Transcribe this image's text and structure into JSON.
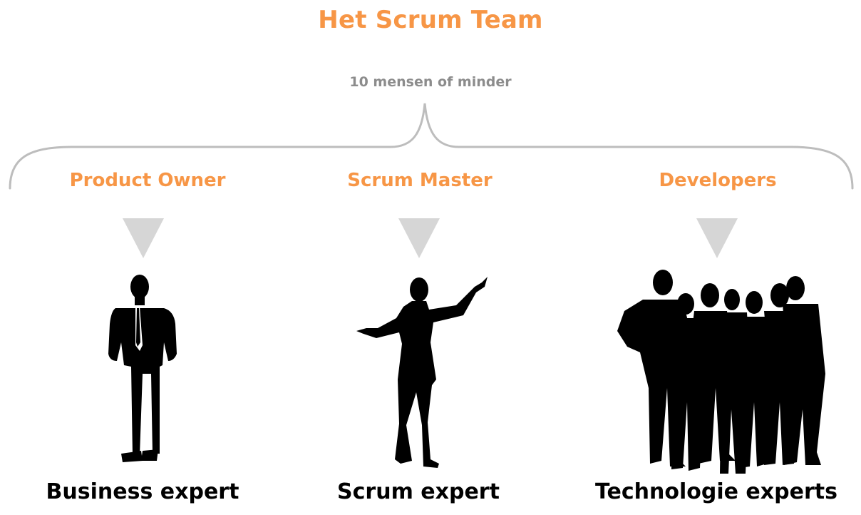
{
  "title": "Het Scrum Team",
  "subtitle": "10 mensen of minder",
  "colors": {
    "accent": "#f79646",
    "subtle": "#8c8c8c",
    "arrow": "#d6d6d6",
    "brace": "#bdbdbd",
    "silhouette": "#000000"
  },
  "roles": [
    {
      "label": "Product Owner",
      "caption": "Business expert",
      "icon": "businessman-silhouette-icon"
    },
    {
      "label": "Scrum Master",
      "caption": "Scrum expert",
      "icon": "presenter-silhouette-icon"
    },
    {
      "label": "Developers",
      "caption": "Technologie experts",
      "icon": "team-silhouette-icon"
    }
  ]
}
